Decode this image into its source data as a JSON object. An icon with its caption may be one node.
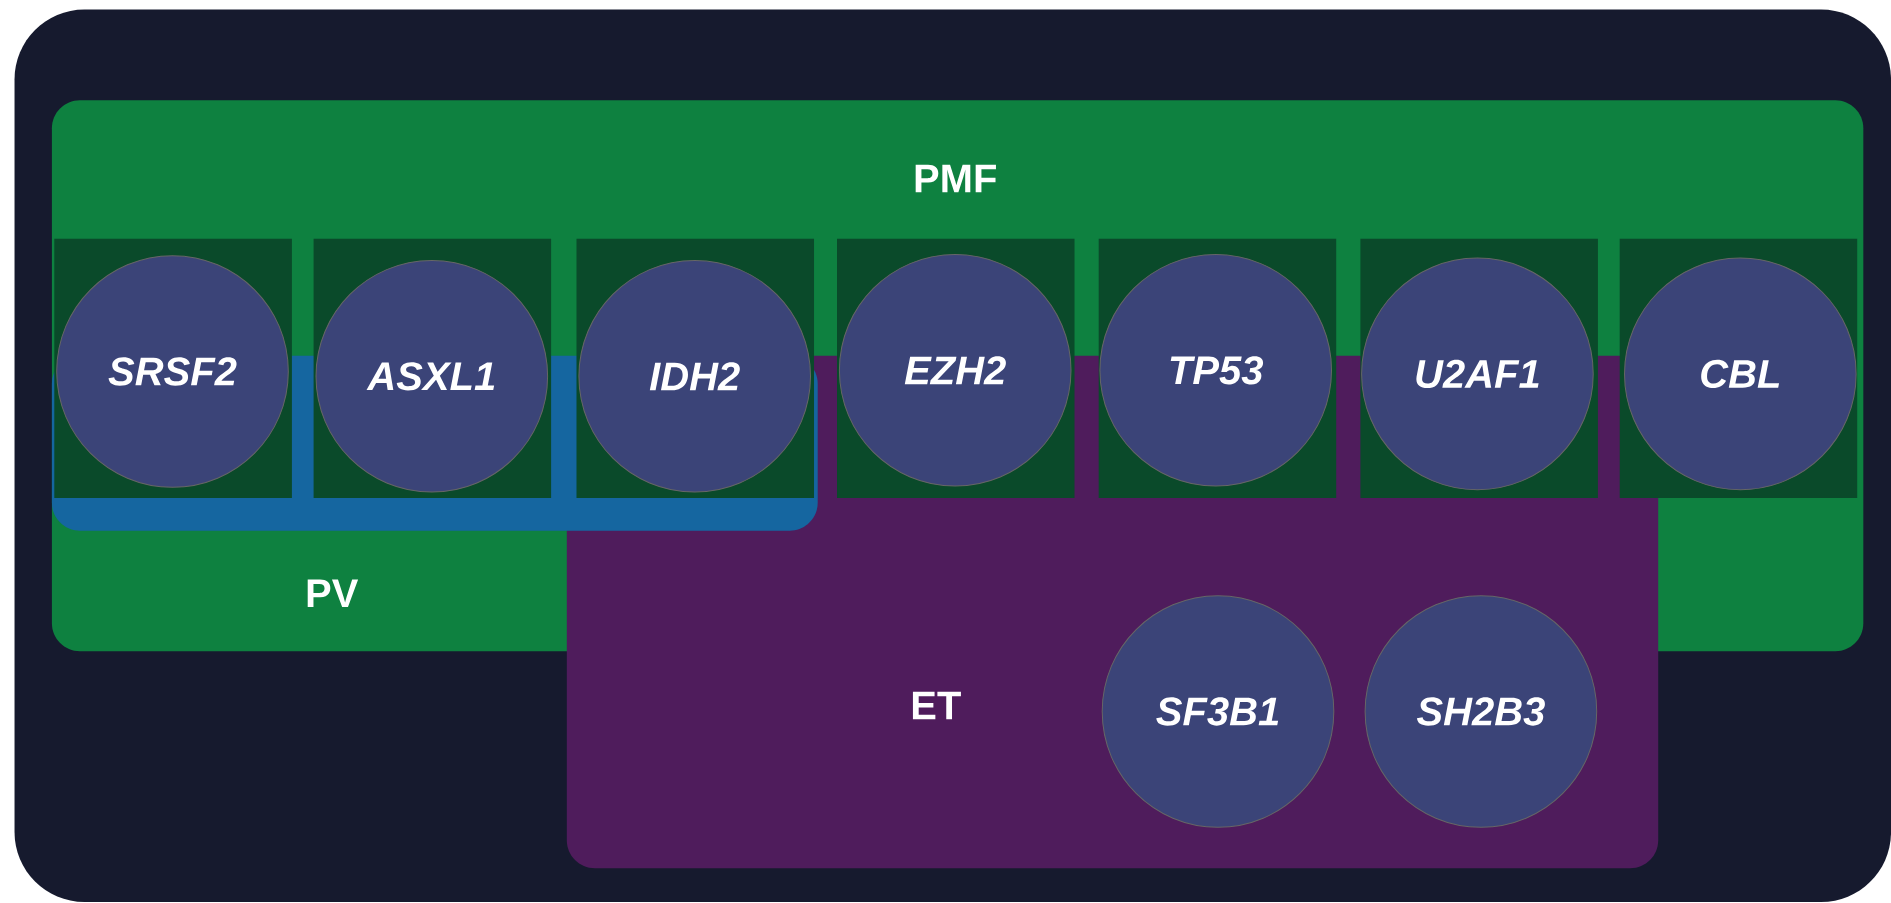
{
  "diagram": {
    "nodes": [
      {
        "text": [
          "PMF"
        ]
      },
      {
        "text": [
          "PV"
        ],
        "in": 0
      },
      {
        "text": [
          "ET"
        ]
      },
      {
        "text": [
          "SRSF2"
        ],
        "in": 0
      },
      {
        "text": [
          "ASXL1"
        ],
        "in": 0
      },
      {
        "text": [
          "IDH2"
        ],
        "in": 0
      },
      {
        "text": [
          "EZH2"
        ],
        "in": 0
      },
      {
        "text": [
          "TP53"
        ],
        "in": 0
      },
      {
        "text": [
          "U2AF1"
        ],
        "in": 0
      },
      {
        "text": [
          "CBL"
        ],
        "in": 0
      },
      {
        "text": [
          "SF3B1"
        ],
        "in": 2
      },
      {
        "text": [
          "SH2B3"
        ],
        "in": 2
      }
    ]
  }
}
